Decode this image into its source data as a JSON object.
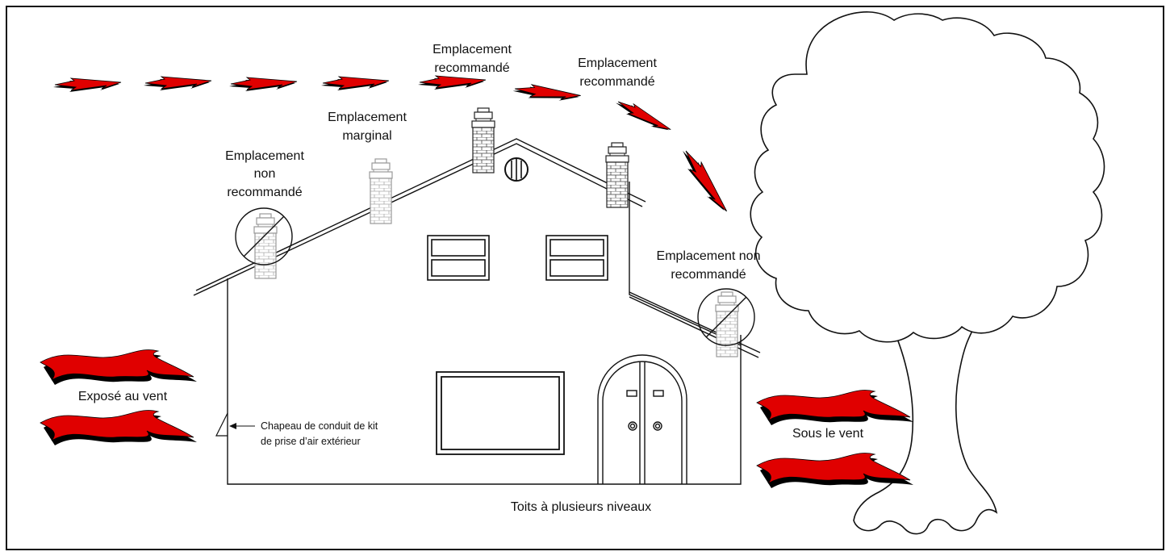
{
  "labels": {
    "not_recommended_left_1": "Emplacement",
    "not_recommended_left_2": "non",
    "not_recommended_left_3": "recommandé",
    "marginal_1": "Emplacement",
    "marginal_2": "marginal",
    "recommended_a_1": "Emplacement",
    "recommended_a_2": "recommandé",
    "recommended_b_1": "Emplacement",
    "recommended_b_2": "recommandé",
    "not_recommended_right_1": "Emplacement non",
    "not_recommended_right_2": "recommandé",
    "windward": "Exposé au vent",
    "leeward": "Sous le vent",
    "vent_cap_1": "Chapeau de conduit de kit",
    "vent_cap_2": "de prise d’air extérieur",
    "multi_level_roofs": "Toits à plusieurs niveaux"
  },
  "colors": {
    "wind_arrow": "#e00000",
    "wind_shadow": "#000000",
    "outline": "#111111"
  }
}
